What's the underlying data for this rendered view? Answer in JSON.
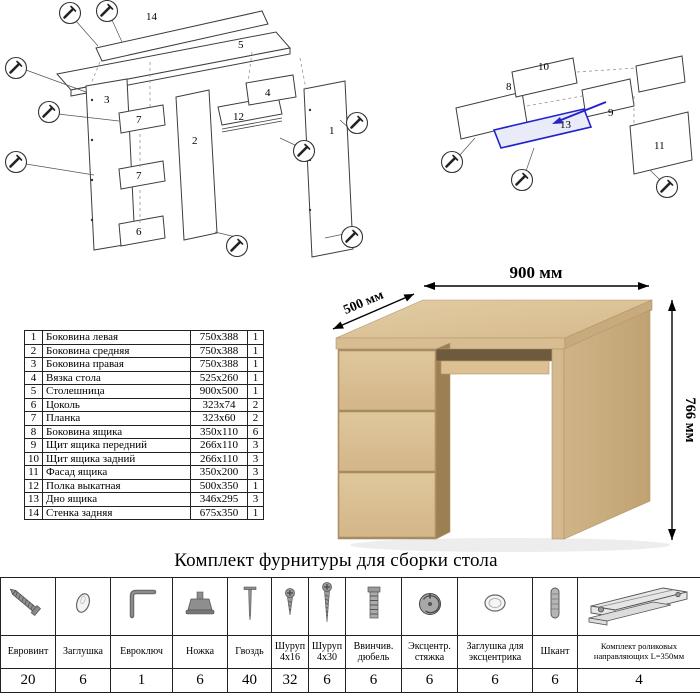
{
  "diagrams": {
    "left": {
      "labels": [
        "14",
        "5",
        "3",
        "7",
        "7",
        "6",
        "2",
        "4",
        "12",
        "1"
      ]
    },
    "right": {
      "labels": [
        "10",
        "8",
        "9",
        "13",
        "11"
      ]
    }
  },
  "desk": {
    "width_label": "900 мм",
    "depth_label": "500 мм",
    "height_label": "766 мм",
    "wood_color": "#d7bb90"
  },
  "parts": {
    "rows": [
      {
        "num": "1",
        "name": "Боковина левая",
        "size": "750x388",
        "qty": "1"
      },
      {
        "num": "2",
        "name": "Боковина средняя",
        "size": "750x388",
        "qty": "1"
      },
      {
        "num": "3",
        "name": "Боковина правая",
        "size": "750x388",
        "qty": "1"
      },
      {
        "num": "4",
        "name": "Вязка стола",
        "size": "525x260",
        "qty": "1"
      },
      {
        "num": "5",
        "name": "Столешница",
        "size": "900x500",
        "qty": "1"
      },
      {
        "num": "6",
        "name": "Цоколь",
        "size": "323x74",
        "qty": "2"
      },
      {
        "num": "7",
        "name": "Планка",
        "size": "323x60",
        "qty": "2"
      },
      {
        "num": "8",
        "name": "Боковина ящика",
        "size": "350x110",
        "qty": "6"
      },
      {
        "num": "9",
        "name": "Щит ящика передний",
        "size": "266x110",
        "qty": "3"
      },
      {
        "num": "10",
        "name": "Щит ящика задний",
        "size": "266x110",
        "qty": "3"
      },
      {
        "num": "11",
        "name": "Фасад ящика",
        "size": "350x200",
        "qty": "3"
      },
      {
        "num": "12",
        "name": "Полка выкатная",
        "size": "500x350",
        "qty": "1"
      },
      {
        "num": "13",
        "name": "Дно ящика",
        "size": "346x295",
        "qty": "3"
      },
      {
        "num": "14",
        "name": "Стенка задняя",
        "size": "675x350",
        "qty": "1"
      }
    ]
  },
  "hardware": {
    "title": "Комплект фурнитуры для сборки стола",
    "items": [
      {
        "name": "Евровинт",
        "qty": "20",
        "icon": "euroscrew-icon"
      },
      {
        "name": "Заглушка",
        "qty": "6",
        "icon": "cap-icon"
      },
      {
        "name": "Евроключ",
        "qty": "1",
        "icon": "hexkey-icon"
      },
      {
        "name": "Ножка",
        "qty": "6",
        "icon": "leg-icon"
      },
      {
        "name": "Гвоздь",
        "qty": "40",
        "icon": "nail-icon"
      },
      {
        "name": "Шуруп 4x16",
        "qty": "32",
        "icon": "screw-short-icon"
      },
      {
        "name": "Шуруп 4x30",
        "qty": "6",
        "icon": "screw-long-icon"
      },
      {
        "name": "Ввинчив. дюбель",
        "qty": "6",
        "icon": "screw-in-dowel-icon"
      },
      {
        "name": "Эксцентр. стяжка",
        "qty": "6",
        "icon": "eccentric-cam-icon"
      },
      {
        "name": "Заглушка для эксцентрика",
        "qty": "6",
        "icon": "eccentric-cap-icon"
      },
      {
        "name": "Шкант",
        "qty": "6",
        "icon": "wooden-dowel-icon"
      },
      {
        "name": "Комплект роликовых направляющих L=350мм",
        "qty": "4",
        "icon": "roller-guides-icon"
      }
    ]
  }
}
